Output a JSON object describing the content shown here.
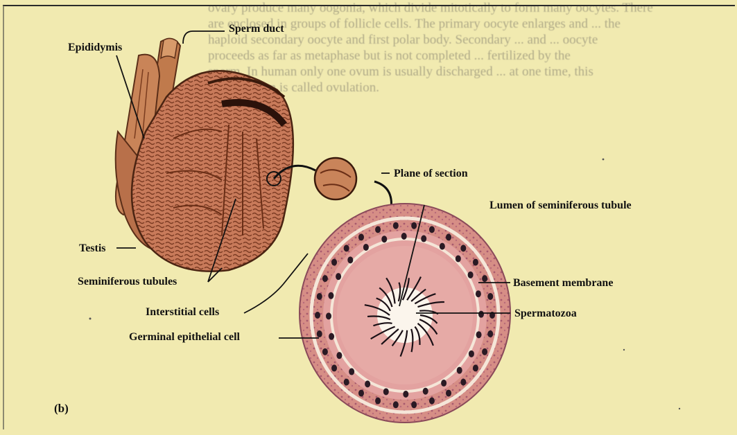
{
  "labels": {
    "sperm_duct": "Sperm duct",
    "epididymis": "Epididymis",
    "plane_of_section": "Plane of section",
    "lumen": "Lumen of seminiferous tubule",
    "testis": "Testis",
    "seminiferous_tubules": "Seminiferous tubules",
    "basement_membrane": "Basement membrane",
    "interstitial_cells": "Interstitial cells",
    "spermatozoa": "Spermatozoa",
    "germinal_epithelial_cell": "Germinal epithelial cell",
    "panel_letter": "(b)"
  },
  "background_text": [
    "ovary produce many oogonia, which divide mitotically to form many oocytes. There",
    "are enclosed in groups of follicle cells. The primary oocyte enlarges and ... the",
    "haploid secondary oocyte and first polar body. Secondary ... and ... oocyte",
    "proceeds as far as metaphase but is not completed ... fertilized by the",
    "sperm. In human only one ovum is usually discharged ... at one time, this",
    "phenomenon is called ovulation."
  ],
  "colors": {
    "page_background": "#f1eab0",
    "testis_tissue": "#c87a5a",
    "section_tissue": "#d68e86",
    "label_text": "#111111"
  }
}
